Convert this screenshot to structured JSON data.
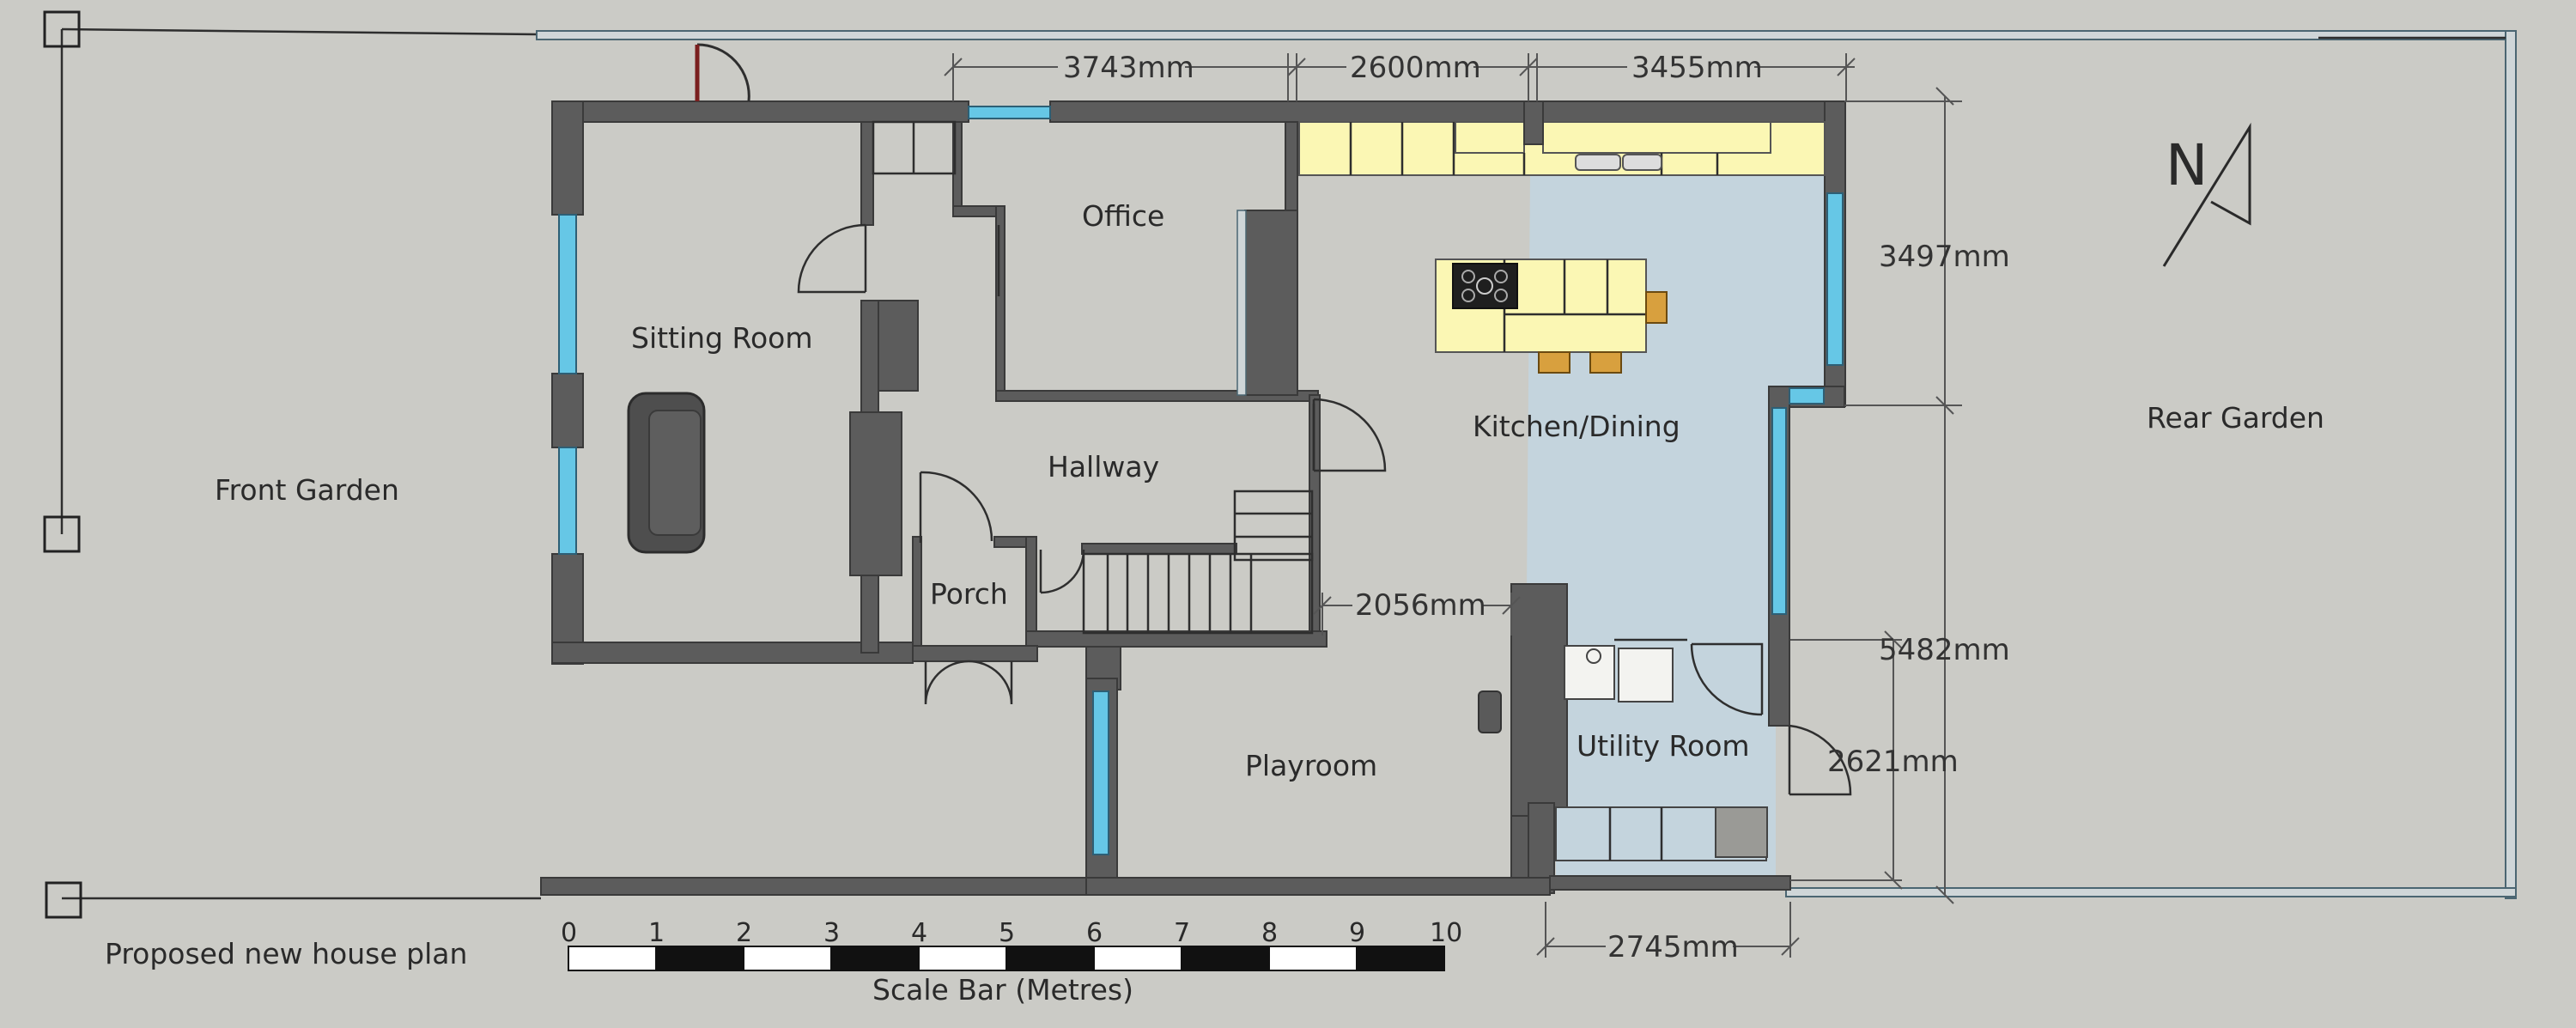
{
  "rooms": {
    "front_garden": "Front Garden",
    "sitting_room": "Sitting Room",
    "office": "Office",
    "hallway": "Hallway",
    "porch": "Porch",
    "kitchen_dining": "Kitchen/Dining",
    "playroom": "Playroom",
    "utility_room": "Utility Room",
    "rear_garden": "Rear Garden"
  },
  "dimensions": {
    "d1": "3743mm",
    "d2": "2600mm",
    "d3": "3455mm",
    "d4": "3497mm",
    "d5": "2056mm",
    "d6": "5482mm",
    "d7": "2621mm",
    "d8": "2745mm"
  },
  "north_label": "N",
  "plan_title": "Proposed new house plan",
  "scale_bar": {
    "caption": "Scale Bar (Metres)",
    "ticks": [
      "0",
      "1",
      "2",
      "3",
      "4",
      "5",
      "6",
      "7",
      "8",
      "9",
      "10"
    ]
  },
  "colors": {
    "background": "#cbcbc6",
    "walls": "#5c5c5c",
    "windows": "#66c7e6",
    "kitchen_floor": "#c4d4dd",
    "worktops": "#fbf7b4"
  }
}
